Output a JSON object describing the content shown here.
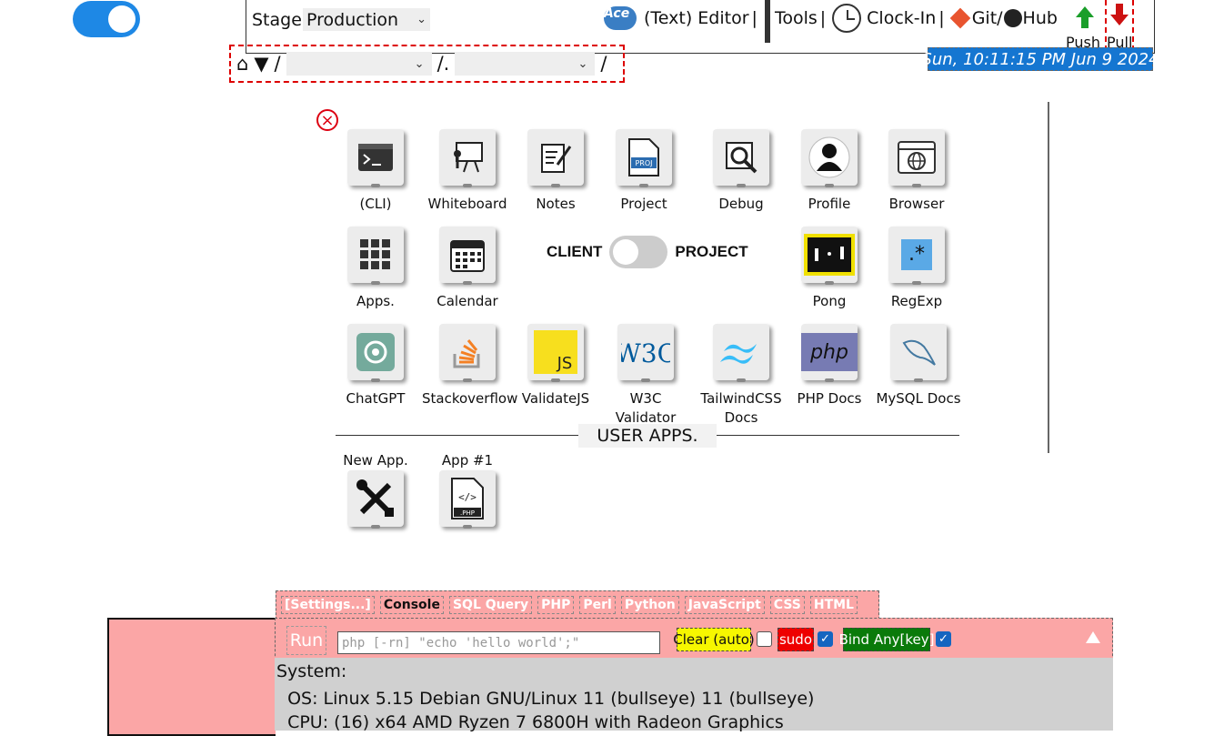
{
  "header": {
    "stage_label": "Stage:",
    "stage_value": "Production",
    "menu": {
      "ace_badge": "Ace",
      "editor": "(Text) Editor",
      "sep": "|",
      "tools": "Tools",
      "clockin": "Clock-In",
      "git": "Git/",
      "hub": "Hub"
    },
    "push": "Push",
    "pull": "Pull",
    "datetime": "Sun, 10:11:15 PM Jun 9 2024"
  },
  "pathbar": {
    "home": "⌂",
    "caret": "▼",
    "slash": "/",
    "dot": ".",
    "select1": "",
    "select2": ""
  },
  "apps": {
    "row1": [
      "(CLI)",
      "Whiteboard",
      "Notes",
      "Project",
      "Debug",
      "Profile",
      "Browser"
    ],
    "row2": [
      "Apps.",
      "Calendar",
      "Pong",
      "RegExp"
    ],
    "row3": [
      "ChatGPT",
      "Stackoverflow",
      "ValidateJS",
      "W3C Validator",
      "TailwindCSS Docs",
      "PHP Docs",
      "MySQL Docs"
    ]
  },
  "toggle": {
    "client": "CLIENT",
    "project": "PROJECT"
  },
  "user_apps": {
    "title": "USER APPS.",
    "items": [
      "New App.",
      "App #1"
    ]
  },
  "console": {
    "tabs": [
      "[Settings...]",
      "Console",
      "SQL Query",
      "PHP",
      "Perl",
      "Python",
      "JavaScript",
      "CSS",
      "HTML"
    ],
    "active_tab": "Console",
    "run": "Run",
    "input_placeholder": "php [-rn] \"echo 'hello world';\"",
    "clear": "Clear (auto)",
    "sudo": "sudo",
    "bind": "Bind Any[key]",
    "output": [
      "System:",
      "  OS: Linux 5.15 Debian GNU/Linux 11 (bullseye) 11 (bullseye)",
      "  CPU: (16) x64 AMD Ryzen 7 6800H with Radeon Graphics"
    ]
  },
  "colors": {
    "accent": "#1e88e5",
    "console_pink": "#fba6a6",
    "datetime_bg": "#1576d1",
    "danger": "#dd0000"
  },
  "icons": [
    "toggle-switch",
    "ace-icon",
    "grid-icon",
    "clock-icon",
    "git-icon",
    "github-icon",
    "arrow-up-icon",
    "arrow-down-icon",
    "home-icon",
    "close-icon"
  ]
}
